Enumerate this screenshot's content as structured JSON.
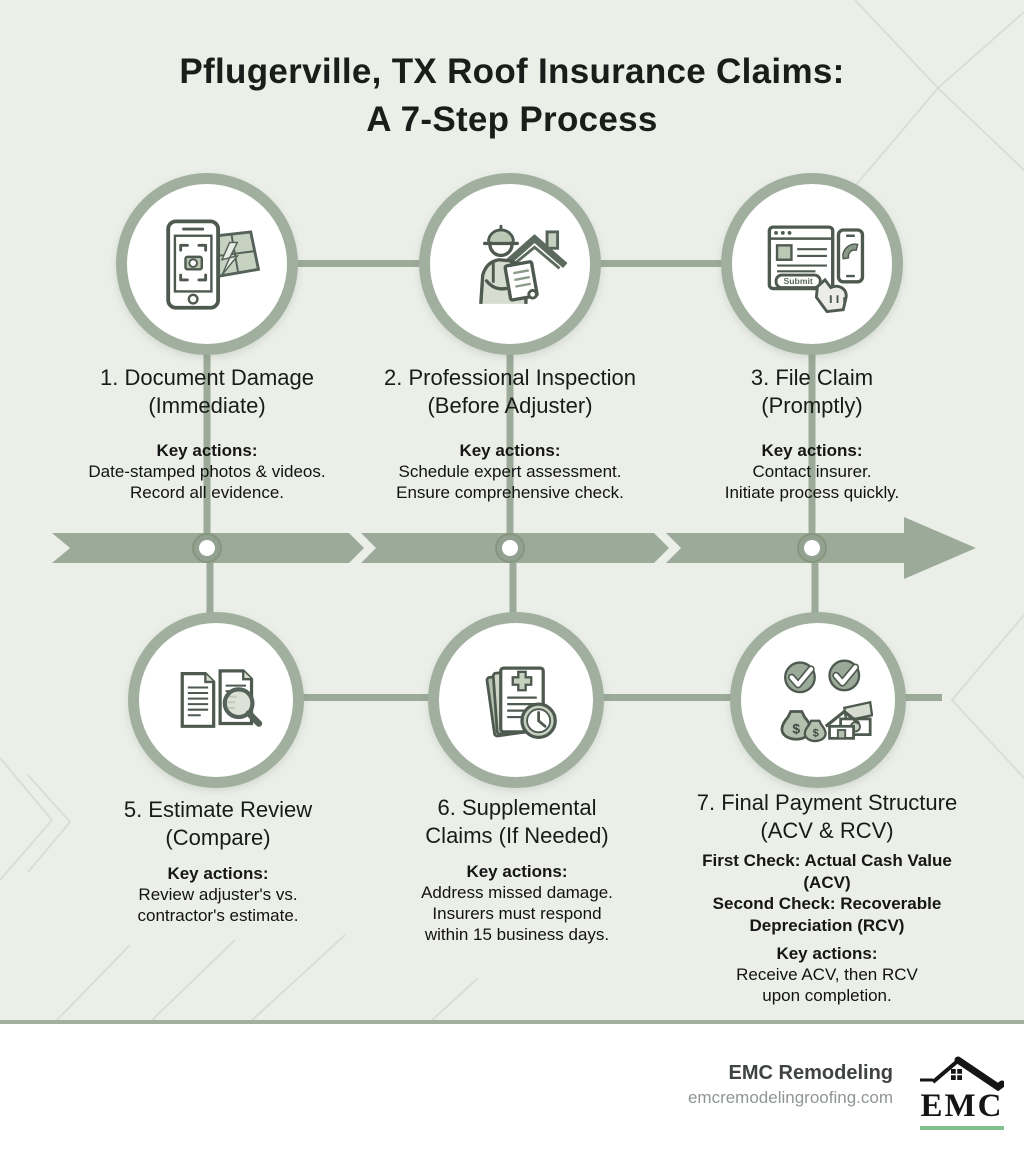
{
  "title": {
    "line1": "Pflugerville, TX Roof Insurance Claims:",
    "line2": "A 7-Step Process"
  },
  "palette": {
    "background": "#ebefe8",
    "sage_accent": "#9cab99",
    "circle_border": "#a1b09e",
    "icon_stroke": "#4e5a50",
    "icon_fill": "#bcc8b6",
    "text": "#161616",
    "footer_background": "#ffffff",
    "logo_green": "#7fc28c"
  },
  "steps": [
    {
      "title_line1": "1. Document Damage",
      "title_line2": "(Immediate)",
      "key_label": "Key actions:",
      "actions": [
        "Date-stamped photos & videos.",
        "Record all evidence."
      ],
      "icon": "phone-camera-damaged-roof"
    },
    {
      "title_line1": "2. Professional Inspection",
      "title_line2": "(Before Adjuster)",
      "key_label": "Key actions:",
      "actions": [
        "Schedule expert assessment.",
        "Ensure comprehensive check."
      ],
      "icon": "inspector-clipboard-roof"
    },
    {
      "title_line1": "3. File Claim",
      "title_line2": "(Promptly)",
      "key_label": "Key actions:",
      "actions": [
        "Contact insurer.",
        "Initiate process quickly."
      ],
      "icon": "submit-form-phone",
      "icon_button_label": "Submit"
    },
    {
      "title_line1": "5. Estimate Review",
      "title_line2": "(Compare)",
      "key_label": "Key actions:",
      "actions": [
        "Review adjuster's vs.",
        "contractor's estimate."
      ],
      "icon": "documents-magnifier"
    },
    {
      "title_line1": "6. Supplemental",
      "title_line2": "Claims (If Needed)",
      "key_label": "Key actions:",
      "actions": [
        "Address missed damage.",
        "Insurers must respond",
        "within 15 business days."
      ],
      "icon": "medical-claim-docs-clock"
    },
    {
      "title_line1": "7. Final Payment Structure",
      "title_line2": "(ACV & RCV)",
      "checks": [
        "First Check: Actual Cash Value (ACV)",
        "Second Check: Recoverable Depreciation (RCV)"
      ],
      "key_label": "Key actions:",
      "actions": [
        "Receive ACV, then RCV",
        "upon completion."
      ],
      "icon": "checkmarks-moneybags-house-cash",
      "dollar_glyph": "$"
    }
  ],
  "footer": {
    "company": "EMC Remodeling",
    "website": "emcremodelingroofing.com",
    "logo_text": "EMC"
  }
}
